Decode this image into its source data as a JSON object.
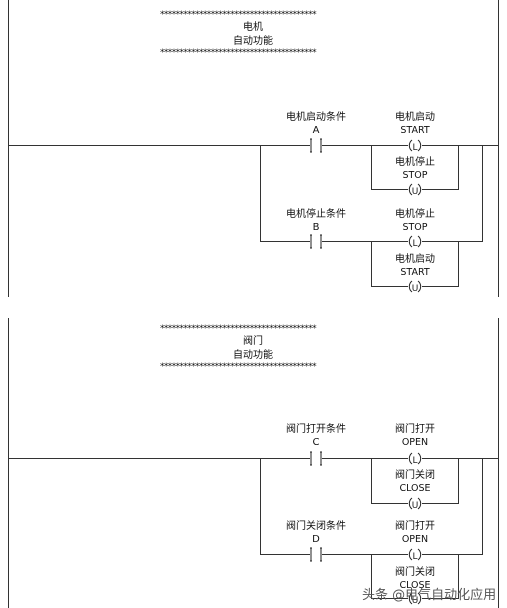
{
  "rung1": {
    "stars": "****************************************",
    "title_line1": "电机",
    "title_line2": "自动功能",
    "branch1": {
      "contact_label": "电机启动条件",
      "contact_tag": "A",
      "coil_top_label": "电机启动",
      "coil_top_tag": "START",
      "coil_top_type": "L",
      "coil_bottom_label": "电机停止",
      "coil_bottom_tag": "STOP",
      "coil_bottom_type": "U"
    },
    "branch2": {
      "contact_label": "电机停止条件",
      "contact_tag": "B",
      "coil_top_label": "电机停止",
      "coil_top_tag": "STOP",
      "coil_top_type": "L",
      "coil_bottom_label": "电机启动",
      "coil_bottom_tag": "START",
      "coil_bottom_type": "U"
    }
  },
  "rung2": {
    "stars": "****************************************",
    "title_line1": "阀门",
    "title_line2": "自动功能",
    "branch1": {
      "contact_label": "阀门打开条件",
      "contact_tag": "C",
      "coil_top_label": "阀门打开",
      "coil_top_tag": "OPEN",
      "coil_top_type": "L",
      "coil_bottom_label": "阀门关闭",
      "coil_bottom_tag": "CLOSE",
      "coil_bottom_type": "U"
    },
    "branch2": {
      "contact_label": "阀门关闭条件",
      "contact_tag": "D",
      "coil_top_label": "阀门打开",
      "coil_top_tag": "OPEN",
      "coil_top_type": "L",
      "coil_bottom_label": "阀门关闭",
      "coil_bottom_tag": "CLOSE",
      "coil_bottom_type": "U"
    }
  },
  "watermark": "头条 @电气自动化应用"
}
